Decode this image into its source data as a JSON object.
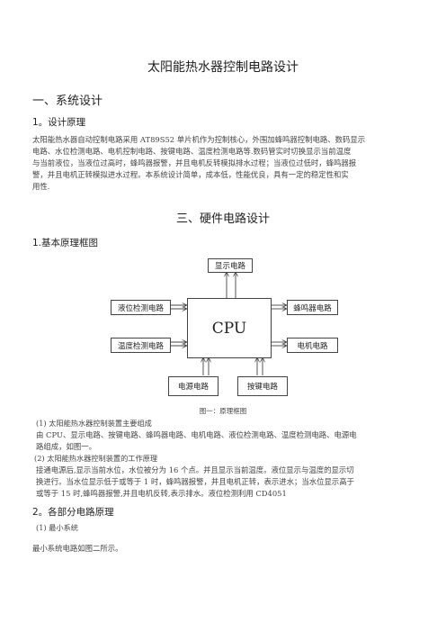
{
  "title": "太阳能热水器控制电路设计",
  "section1": {
    "heading": "一、系统设计",
    "sub1": "1。设计原理",
    "para_lines": [
      "太阳能热水器自动控制电路采用 AT89S52 单片机作为控制核心，外围加蜂鸣器控制电路、数码显示",
      "电路、水位检测电路、电机控制电路、按键电路、温度检测电路等.数码管实时切换显示当前温度",
      "与当前液位，当液位过高时，蜂鸣器报警，并且电机反转模拟排水过程；当液位过低时，蜂鸣器报",
      "警，并且电机正转模拟进水过程。本系统设计简单，成本低，性能优良，具有一定的稳定性和实",
      "用性."
    ]
  },
  "section3": {
    "heading": "三、硬件电路设计",
    "sub1": "1.基本原理框图",
    "diagram": {
      "display": "显示电路",
      "water_level": "液位检测电路",
      "buzzer": "蜂鸣器电路",
      "cpu": "CPU",
      "temperature": "温度检测电路",
      "motor": "电机电路",
      "power": "电源电路",
      "keys": "按键电路",
      "caption": "图一：原理框图"
    },
    "item1_title": "(1) 太阳能热水器控制装置主要组成",
    "item1_lines": [
      "由 CPU、显示电路、按键电路、蜂鸣器电路、电机电路、液位检测电路、温度检测电路、电源电",
      "路组成，如图一。"
    ],
    "item2_title": "(2) 太阳能热水器控制装置的工作原理",
    "item2_lines": [
      "接通电源后,显示当前水位，水位被分为 16 个点。并且显示当前温度。液位显示与温度的显示切",
      "换进行。当水位显示低于或等于 1 时，蜂鸣器报警，并且电机正转，表示进水；当水位显示高于",
      "或等于 15 时,蜂鸣器报警,并且电机反转,表示排水。液位检测利用 CD4051"
    ],
    "sub2": "2。各部分电路原理",
    "item3_title": "(1) 最小系统",
    "last_line": "最小系统电路如图二所示。"
  }
}
